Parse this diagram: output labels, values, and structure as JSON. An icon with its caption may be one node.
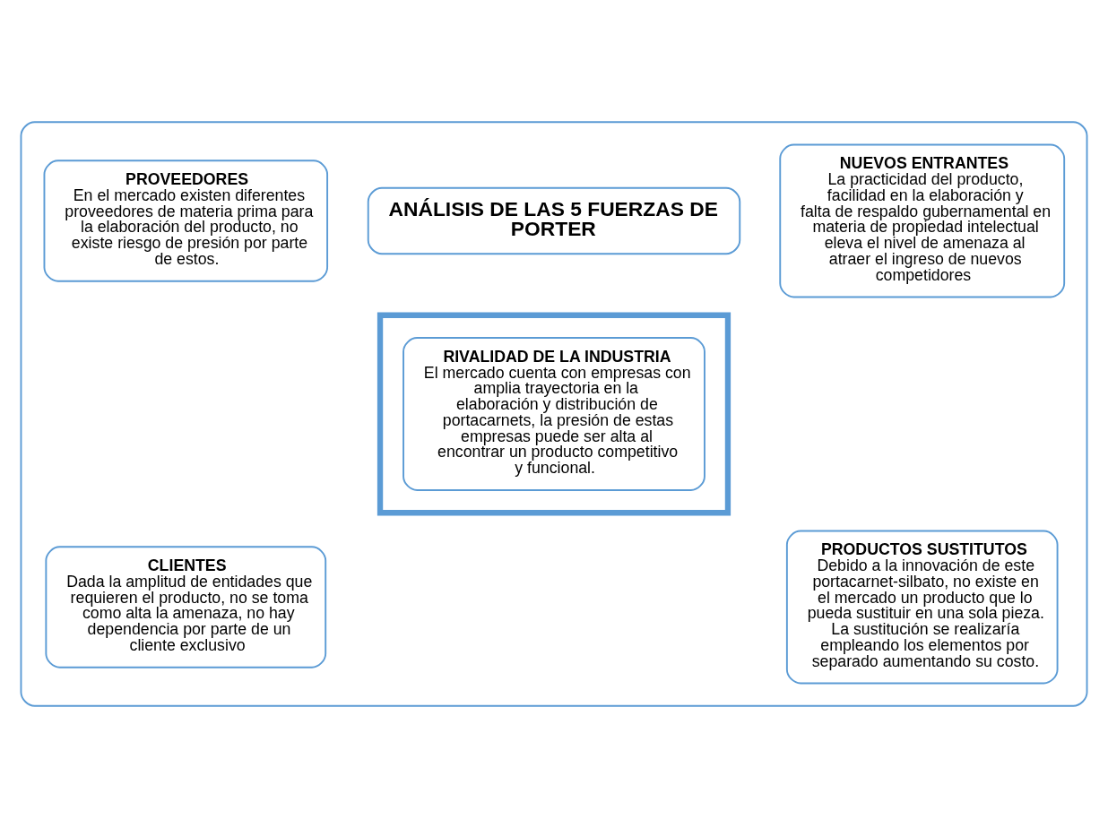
{
  "diagram": {
    "nodes": [
      {
        "text": [],
        "shape": "box"
      },
      {
        "text": [
          "NUEVOS ENTRANTES",
          "La practicidad del producto, facilidad en la elaboración y falta de respaldo gubernamental en materia de propiedad intelectual eleva el nivel de amenaza al atraer el ingreso de nuevos competidores"
        ],
        "in": 0
      },
      {
        "text": [
          "ANÁLISIS DE LAS 5 FUERZAS DE PORTER"
        ],
        "in": 0
      },
      {
        "text": [
          "PROVEEDORES",
          "En el mercado existen diferentes proveedores de materia prima para la elaboración del producto, no existe riesgo de presión por parte de estos."
        ],
        "in": 0
      },
      {
        "text": [],
        "shape": "hexagon",
        "in": 0
      },
      {
        "text": [
          "RIVALIDAD DE LA INDUSTRIA",
          "El mercado cuenta con empresas con amplia trayectoria en la elaboración y distribución de portacarnets, la presión de estas empresas puede ser alta al encontrar un producto competitivo y funcional."
        ],
        "in": 4
      },
      {
        "text": [
          "PRODUCTOS SUSTITUTOS",
          "Debido a la innovación de este portacarnet-silbato, no existe en el mercado un producto que lo pueda sustituir en una sola pieza. La sustitución se realizaría empleando los elementos por separado aumentando su costo."
        ],
        "in": 0
      },
      {
        "text": [
          "CLIENTES",
          "Dada la amplitud de entidades que requieren el producto, no se toma como alta la amenaza, no hay dependencia por parte de un cliente exclusivo"
        ],
        "in": 0
      }
    ],
    "edges": []
  }
}
